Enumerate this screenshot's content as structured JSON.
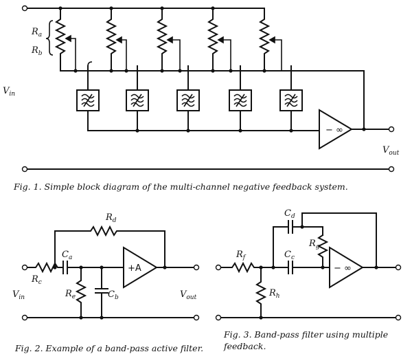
{
  "fig1": {
    "labels": {
      "ra": "R",
      "ra_sub": "a",
      "rb": "R",
      "rb_sub": "b",
      "vin": "V",
      "vin_sub": "in",
      "vout": "V",
      "vout_sub": "out",
      "amp": "− ∞"
    },
    "caption": "Fig. 1. Simple block diagram of the multi-channel negative feedback system."
  },
  "fig2": {
    "labels": {
      "rd": "R",
      "rd_sub": "d",
      "ca": "C",
      "ca_sub": "a",
      "rc": "R",
      "rc_sub": "c",
      "re": "R",
      "re_sub": "e",
      "cb": "C",
      "cb_sub": "b",
      "amp": "+A",
      "vin": "V",
      "vin_sub": "in",
      "vout": "V",
      "vout_sub": "out"
    },
    "caption": "Fig. 2. Example of a band-pass active filter."
  },
  "fig3": {
    "labels": {
      "cd": "C",
      "cd_sub": "d",
      "cc": "C",
      "cc_sub": "c",
      "rg": "R",
      "rg_sub": "g",
      "rf": "R",
      "rf_sub": "f",
      "rh": "R",
      "rh_sub": "h",
      "amp": "− ∞"
    },
    "caption_line1": "Fig. 3. Band-pass filter using multiple",
    "caption_line2": "feedback."
  }
}
